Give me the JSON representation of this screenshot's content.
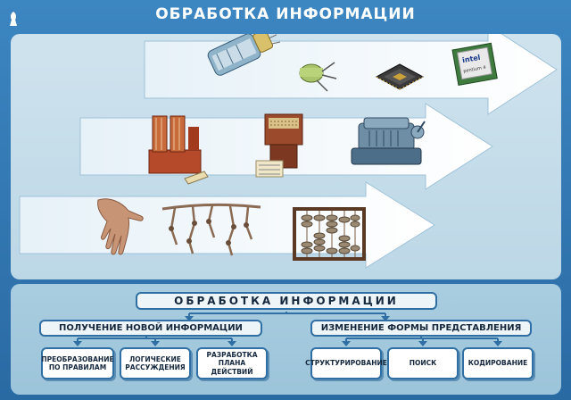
{
  "title": "ОБРАБОТКА ИНФОРМАЦИИ",
  "colors": {
    "background": "#2c6fa8",
    "panel": "#c4dce9",
    "arrow": "#f2f8fc",
    "box_border": "#2f6fa3"
  },
  "illustrations": {
    "row1": [
      "vacuum-tube-icon",
      "transistor-icon",
      "microchip-icon",
      "processor-icon"
    ],
    "row2": [
      "tabulator-machine-icon",
      "punch-card-machine-icon",
      "arithmometer-icon"
    ],
    "row3": [
      "hand-icon",
      "knotted-cord-icon",
      "abacus-icon"
    ]
  },
  "chip_label": "intel pentium 4",
  "diagram": {
    "root": "ОБРАБОТКА  ИНФОРМАЦИИ",
    "branches": [
      {
        "label": "ПОЛУЧЕНИЕ НОВОЙ ИНФОРМАЦИИ",
        "leaves": [
          "ПРЕОБРАЗОВАНИЕ ПО ПРАВИЛАМ",
          "ЛОГИЧЕСКИЕ РАССУЖДЕНИЯ",
          "РАЗРАБОТКА ПЛАНА ДЕЙСТВИЙ"
        ]
      },
      {
        "label": "ИЗМЕНЕНИЕ ФОРМЫ ПРЕДСТАВЛЕНИЯ",
        "leaves": [
          "СТРУКТУРИРОВАНИЕ",
          "ПОИСК",
          "КОДИРОВАНИЕ"
        ]
      }
    ]
  }
}
